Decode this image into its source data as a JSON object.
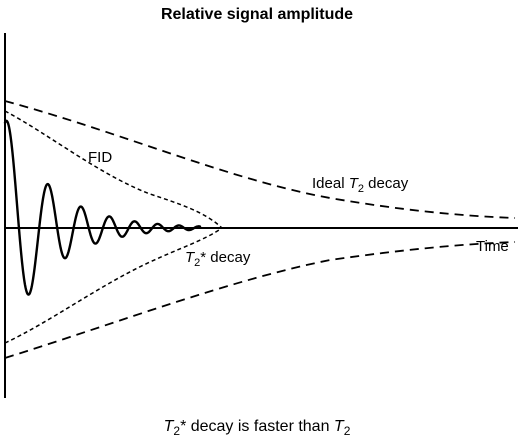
{
  "title": "Relative signal amplitude",
  "labels": {
    "fid": "FID",
    "ideal_prefix": "Ideal ",
    "ideal_symbol": "T",
    "ideal_sub": "2",
    "ideal_suffix": " decay",
    "t2star_symbol": "T",
    "t2star_sub": "2",
    "t2star_suffix": "* decay",
    "time_axis": "Time"
  },
  "caption": {
    "symbol_a": "T",
    "sub_a": "2",
    "middle": "* decay is faster than ",
    "symbol_b": "T",
    "sub_b": "2"
  },
  "colors": {
    "stroke": "#000000",
    "background": "#ffffff"
  }
}
